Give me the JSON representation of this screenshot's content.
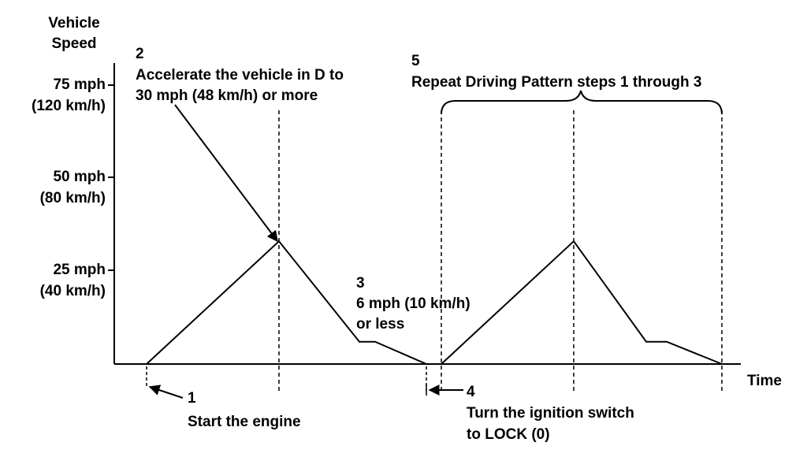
{
  "axes": {
    "y_title": [
      "Vehicle",
      "Speed"
    ],
    "x_title": "Time",
    "y_ticks": [
      {
        "speed_mph": 75,
        "mph": "75 mph",
        "kmh": "(120 km/h)"
      },
      {
        "speed_mph": 50,
        "mph": "50 mph",
        "kmh": "(80 km/h)"
      },
      {
        "speed_mph": 25,
        "mph": "25 mph",
        "kmh": "(40 km/h)"
      }
    ]
  },
  "speed_profile": {
    "unit": "mph",
    "values": [
      0,
      33,
      6,
      6,
      0,
      0,
      33,
      6,
      6,
      0
    ]
  },
  "steps": {
    "step1": {
      "number": "1",
      "text": "Start the engine"
    },
    "step2": {
      "number": "2",
      "lines": [
        "Accelerate the vehicle in D to",
        "30 mph (48 km/h) or more"
      ]
    },
    "step3": {
      "number": "3",
      "lines": [
        "6 mph (10 km/h)",
        "or less"
      ]
    },
    "step4": {
      "number": "4",
      "lines": [
        "Turn the ignition switch",
        "to LOCK (0)"
      ]
    },
    "step5": {
      "number": "5",
      "text": "Repeat Driving Pattern steps 1 through 3"
    }
  },
  "colors": {
    "ink": "#000000",
    "background": "#ffffff"
  }
}
